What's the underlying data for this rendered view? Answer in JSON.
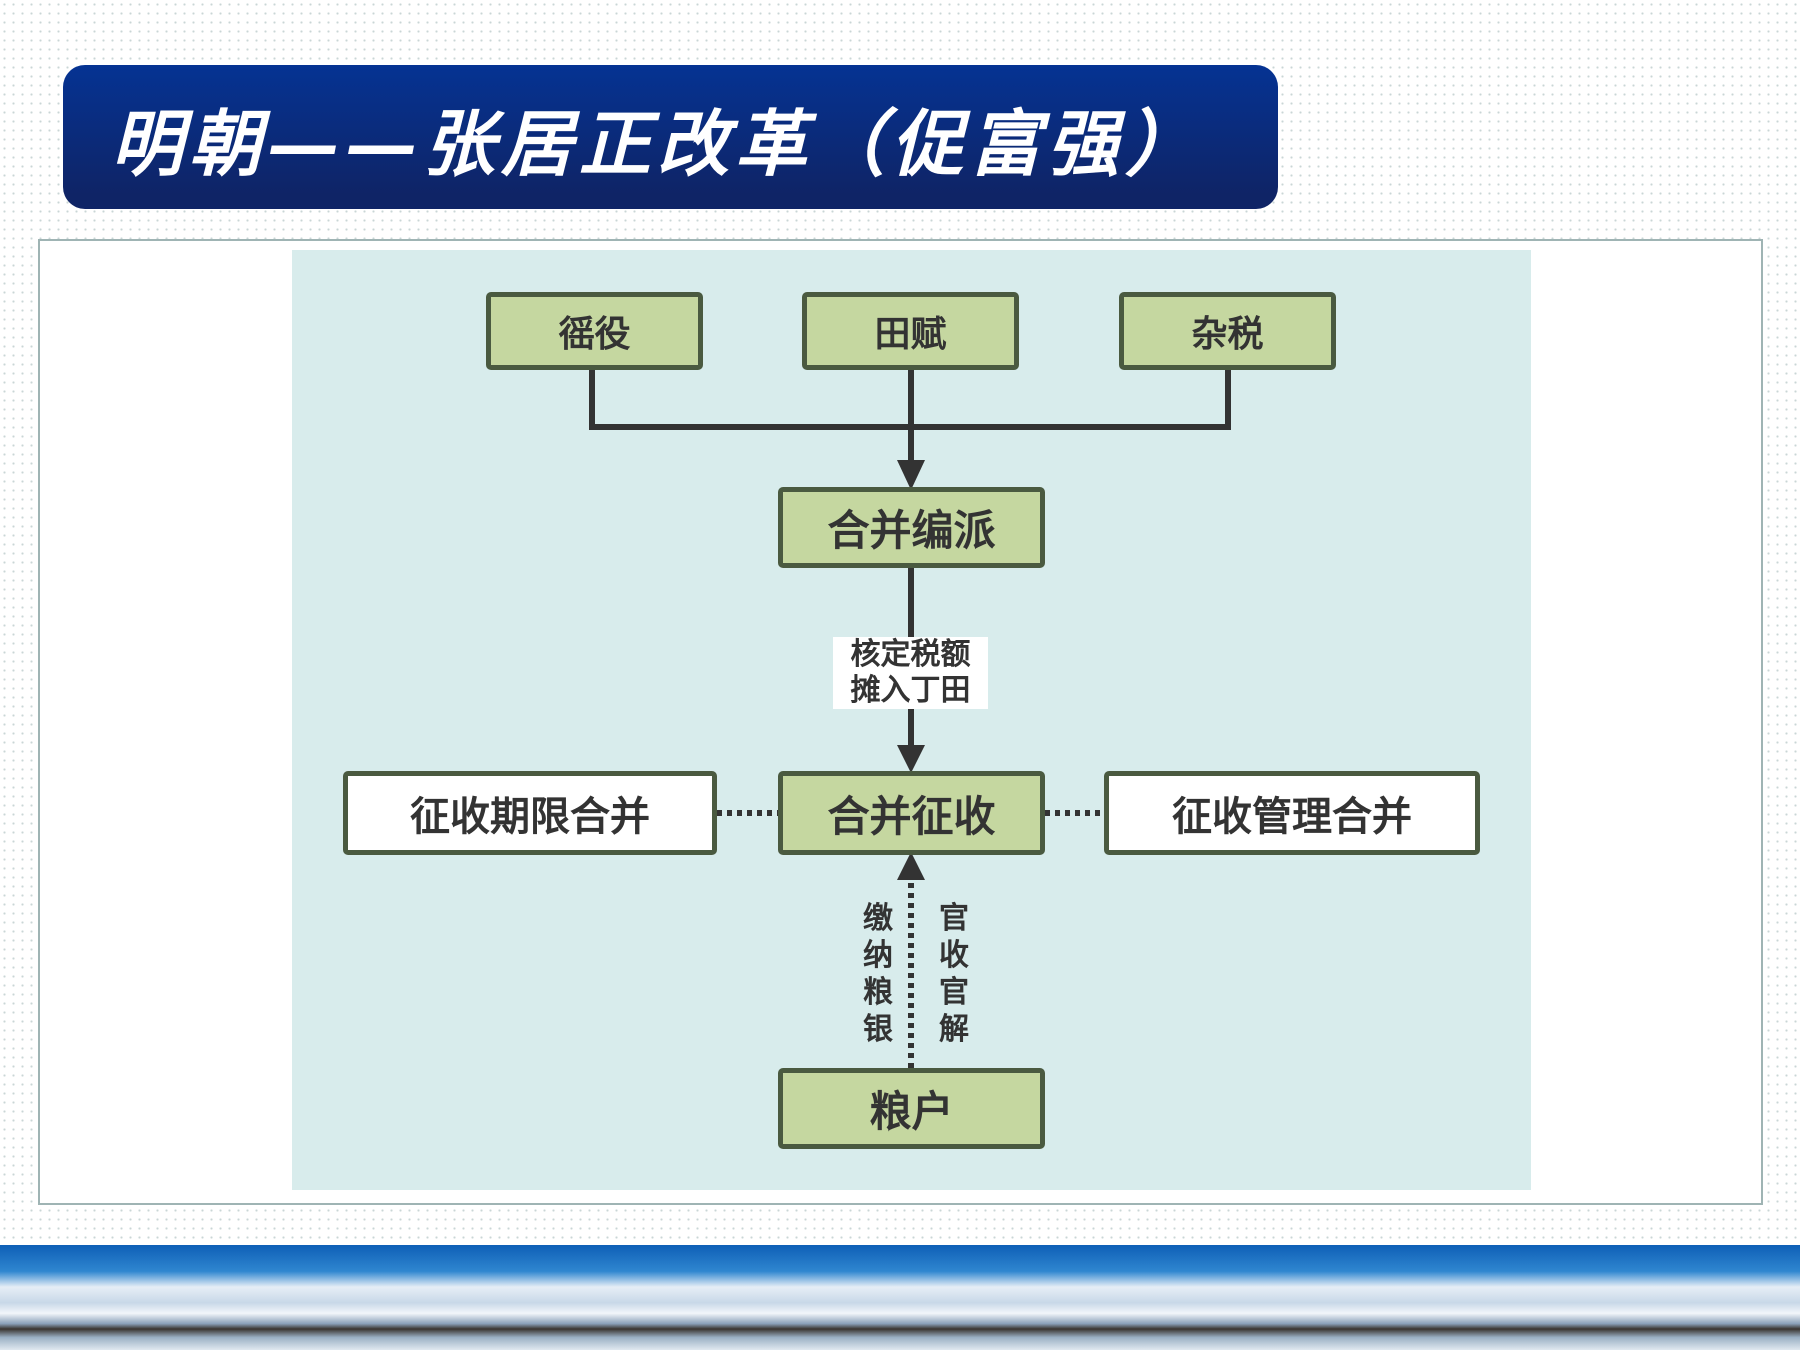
{
  "title": "明朝——张居正改革（促富强）",
  "diagram": {
    "top": [
      "徭役",
      "田赋",
      "杂税"
    ],
    "merge_assign": "合并编派",
    "arrow_label": [
      "核定税额",
      "摊入丁田"
    ],
    "merge_collect": "合并征收",
    "left": "征收期限合并",
    "right": "征收管理合并",
    "bottom": "粮户",
    "left_vertical": "缴纳粮银",
    "right_vertical": "官收官解"
  }
}
